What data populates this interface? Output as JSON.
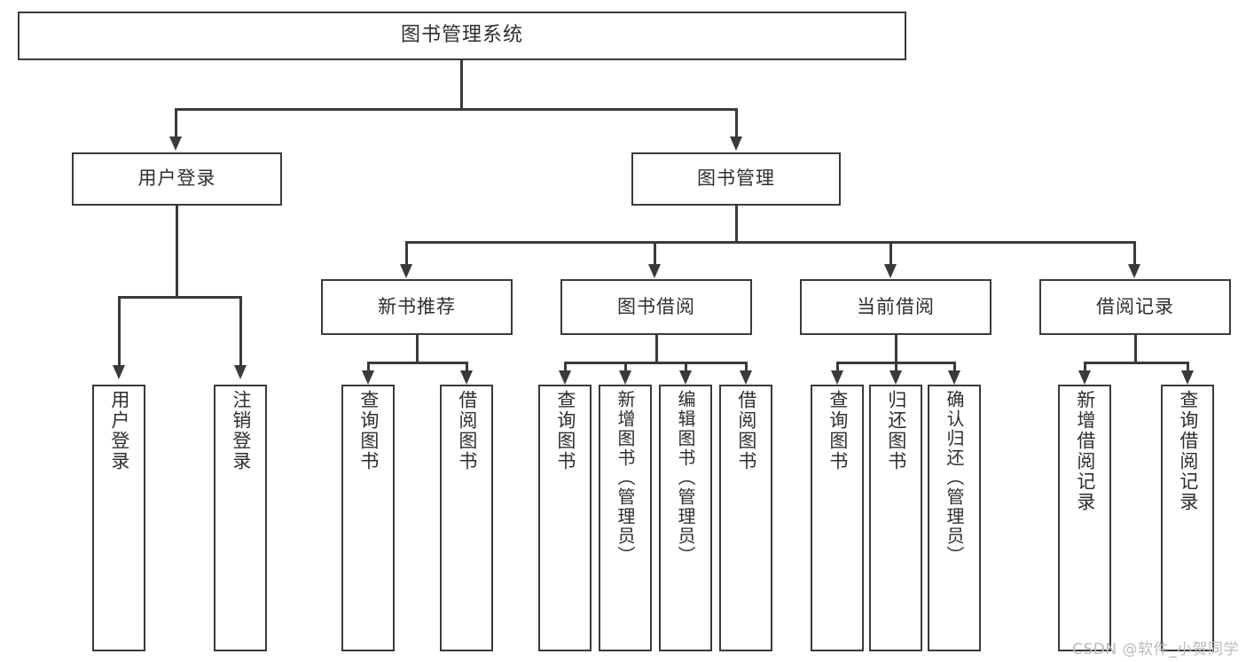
{
  "diagram": {
    "title": "图书管理系统",
    "type": "tree-hierarchy",
    "orientation": "top-down",
    "style": {
      "background": "#ffffff",
      "box_border": "#3a3a3a",
      "box_fill": "#ffffff",
      "text_color": "#2e2e2e",
      "connector_color": "#3a3a3a",
      "watermark_color": "#b9b9b9"
    }
  },
  "root": {
    "label": "图书管理系统"
  },
  "level2": [
    {
      "label": "用户登录"
    },
    {
      "label": "图书管理"
    }
  ],
  "level3": [
    {
      "label": "新书推荐"
    },
    {
      "label": "图书借阅"
    },
    {
      "label": "当前借阅"
    },
    {
      "label": "借阅记录"
    }
  ],
  "leaves": {
    "user_login": [
      {
        "label": "用户登录"
      },
      {
        "label": "注销登录"
      }
    ],
    "new_book_recommend": [
      {
        "label": "查询图书"
      },
      {
        "label": "借阅图书"
      }
    ],
    "book_borrow": [
      {
        "label": "查询图书"
      },
      {
        "label": "新增图书（管理员）"
      },
      {
        "label": "编辑图书（管理员）"
      },
      {
        "label": "借阅图书"
      }
    ],
    "current_borrow": [
      {
        "label": "查询图书"
      },
      {
        "label": "归还图书"
      },
      {
        "label": "确认归还（管理员）"
      }
    ],
    "borrow_record": [
      {
        "label": "新增借阅记录"
      },
      {
        "label": "查询借阅记录"
      }
    ]
  },
  "watermark": {
    "text": "CSDN @软件_小贺同学"
  }
}
